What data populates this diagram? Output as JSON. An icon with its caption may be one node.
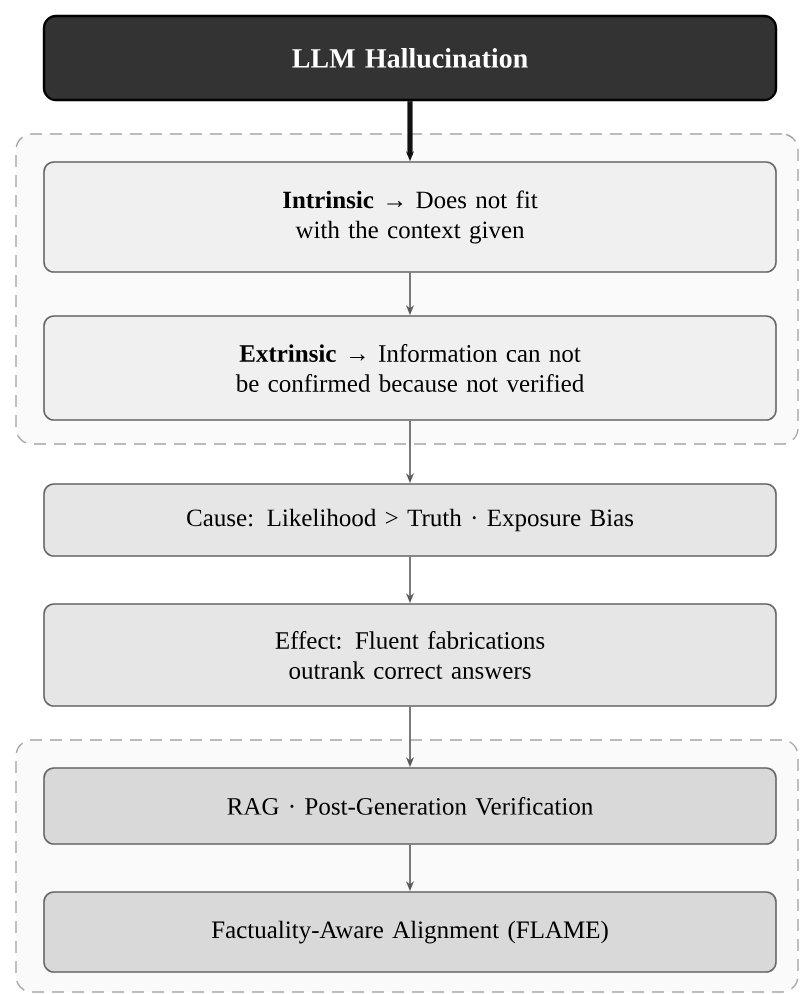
{
  "diagram": {
    "nodes": [
      {
        "text": [
          "LLM Hallucination"
        ]
      },
      {
        "text": [],
        "shape": "box"
      },
      {
        "text": [
          "**Intrinsic** → Does not fit with the context given"
        ],
        "in": 1
      },
      {
        "text": [
          "**Extrinsic** → Information can not be confirmed because not verified"
        ],
        "in": 1
      },
      {
        "text": [
          "Cause: Likelihood > Truth · Exposure Bias"
        ]
      },
      {
        "text": [
          "Effect: Fluent fabrications outrank correct answers"
        ]
      },
      {
        "text": [],
        "shape": "box"
      },
      {
        "text": [
          "RAG · Post-Generation Verification"
        ],
        "in": 6
      },
      {
        "text": [
          "Factuality-Aware Alignment (FLAME)"
        ],
        "in": 6
      }
    ],
    "edges": [
      {
        "from": 0,
        "to": 2,
        "arrow": "to",
        "style": "thick",
        "color": "#111111"
      },
      {
        "from": 2,
        "to": 3,
        "arrow": "to"
      },
      {
        "from": 3,
        "to": 4,
        "arrow": "to"
      },
      {
        "from": 4,
        "to": 5,
        "arrow": "to"
      },
      {
        "from": 5,
        "to": 7,
        "arrow": "to"
      },
      {
        "from": 7,
        "to": 8,
        "arrow": "to"
      }
    ]
  }
}
